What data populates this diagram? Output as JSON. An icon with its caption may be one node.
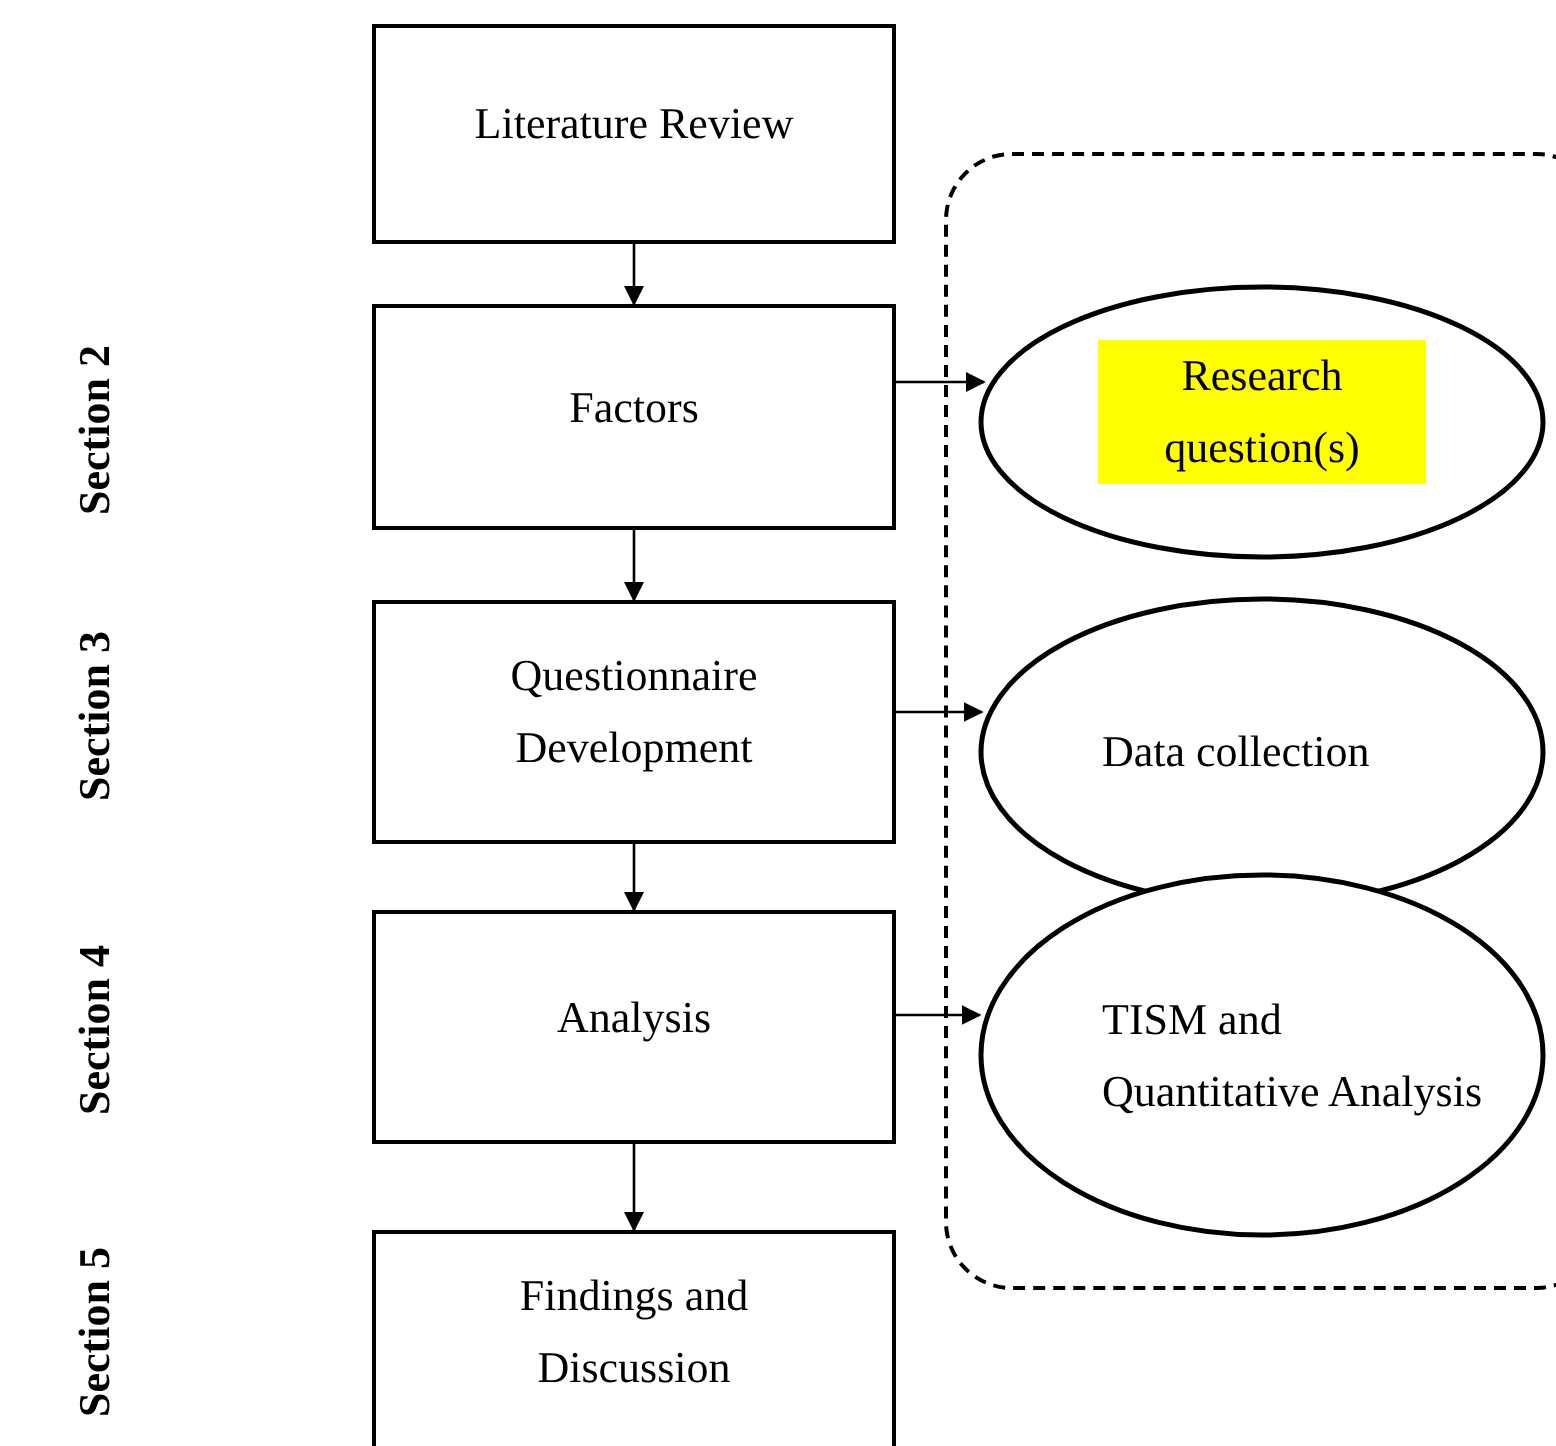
{
  "diagram": {
    "nodes": [
      {
        "text": [
          "Literature Review"
        ]
      },
      {
        "text": [
          "Factors"
        ]
      },
      {
        "text": [
          "Questionnaire Development"
        ]
      },
      {
        "text": [
          "Analysis"
        ]
      },
      {
        "text": [
          "Findings and Discussion"
        ]
      },
      {
        "text": [],
        "shape": "box"
      },
      {
        "text": [
          "Research question(s)"
        ],
        "in": 5
      },
      {
        "text": [
          "Data collection"
        ],
        "in": 5
      },
      {
        "text": [
          "TISM and Quantitative Analysis"
        ],
        "in": 5
      }
    ],
    "edges": [
      {
        "from": 0,
        "to": 1,
        "arrow": "to"
      },
      {
        "from": 1,
        "to": 2,
        "arrow": "to"
      },
      {
        "from": 2,
        "to": 3,
        "arrow": "to"
      },
      {
        "from": 3,
        "to": 4,
        "arrow": "to"
      },
      {
        "from": 1,
        "to": 6,
        "arrow": "to"
      },
      {
        "from": 2,
        "to": 7,
        "arrow": "to"
      },
      {
        "from": 3,
        "to": 8,
        "arrow": "to"
      }
    ],
    "labels": [
      "Section 2",
      "Section 3",
      "Section 4",
      "Section 5"
    ]
  }
}
